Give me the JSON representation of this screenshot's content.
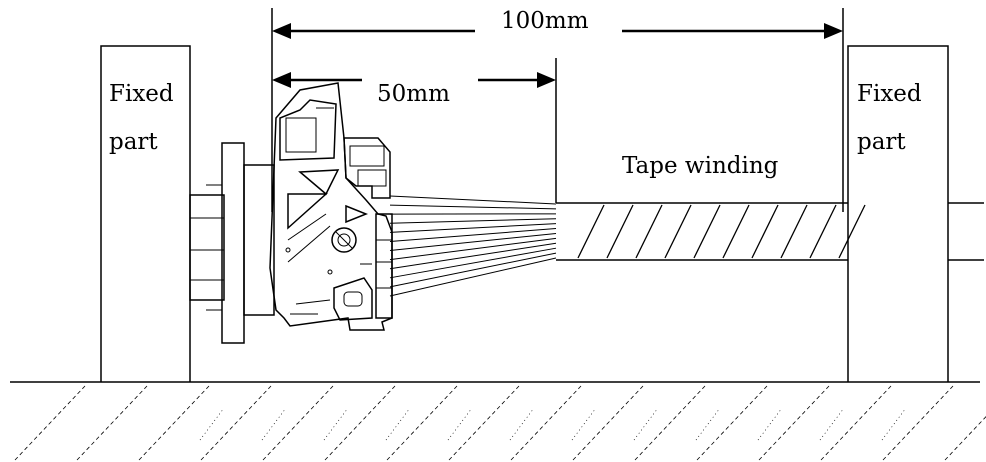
{
  "labels": {
    "dim_100": "100mm",
    "dim_50": "50mm",
    "fixed_left_line1": "Fixed",
    "fixed_left_line2": "part",
    "fixed_right_line1": "Fixed",
    "fixed_right_line2": "part",
    "tape_winding": "Tape winding"
  },
  "icons": {
    "connector": "wire-harness-connector-icon"
  }
}
